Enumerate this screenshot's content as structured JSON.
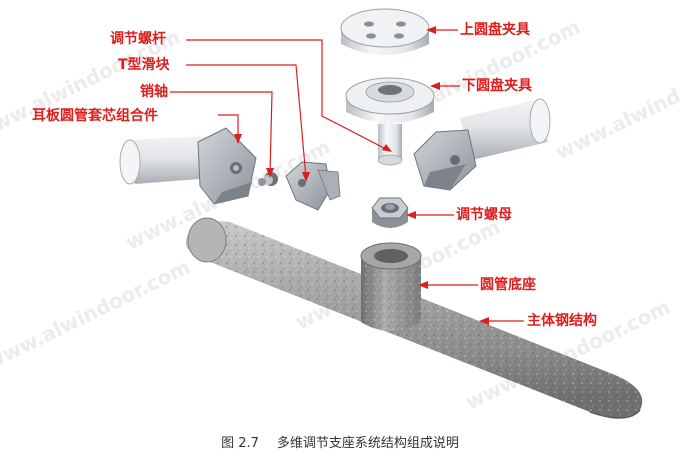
{
  "colors": {
    "label": "#e01d1d",
    "leader": "#e01d1d",
    "metal_light": "#eef0f2",
    "metal_dark": "#8e949c",
    "pipe_gray": "#9c9e9f"
  },
  "labels": {
    "adjusting_screw": "调节螺杆",
    "t_slider": "T型滑块",
    "pin_shaft": "销轴",
    "lug_sleeve_assembly": "耳板圆管套芯组合件",
    "upper_disc_clamp": "上圆盘夹具",
    "lower_disc_clamp": "下圆盘夹具",
    "adjusting_nut": "调节螺母",
    "tube_base": "圆管底座",
    "main_steel_structure": "主体钢结构"
  },
  "watermark": "www.alwindoor.com",
  "caption": {
    "figure_number": "图 2.7",
    "text": "多维调节支座系统结构组成说明"
  }
}
